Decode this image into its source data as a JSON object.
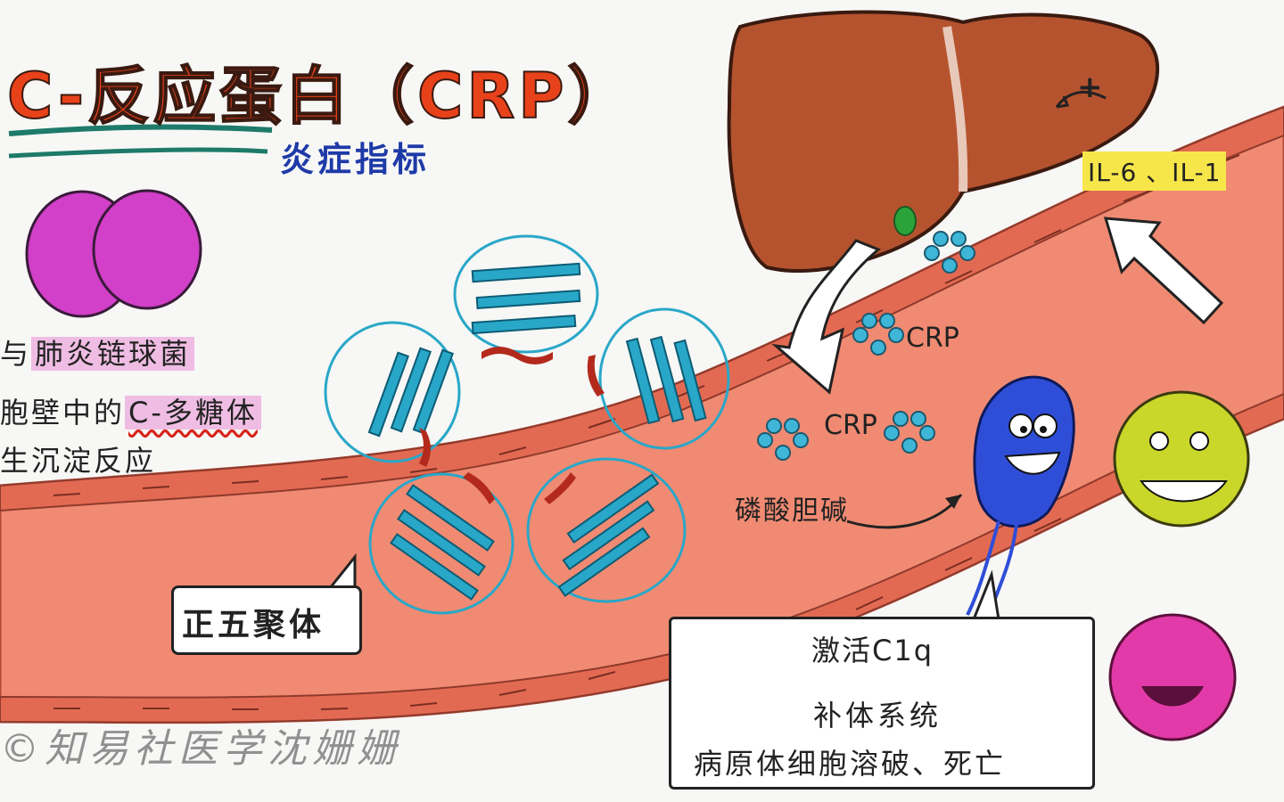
{
  "title": "C-反应蛋白（CRP）",
  "subtitle": "炎症指标",
  "binding": {
    "line1_prefix": "与",
    "line1_highlight": "肺炎链球菌",
    "line2_prefix": "胞壁中的",
    "line2_highlight": "C-多糖体",
    "line3": "生沉淀反应"
  },
  "labels": {
    "crp_upper": "CRP",
    "crp_lower": "CRP",
    "phosphocholine": "磷酸胆碱",
    "cytokines": "IL-6 、IL-1",
    "plus_sign": "+",
    "pentamer": "正五聚体"
  },
  "info_box": {
    "line1": "激活C1q",
    "line2": "补体系统",
    "line3": "病原体细胞溶破、死亡"
  },
  "watermark": "©知易社医学沈姗姗",
  "colors": {
    "title": "#e8421a",
    "subtitle": "#1e3aa8",
    "vessel": "#f08a72",
    "vessel_wall": "#e36a52",
    "liver": "#b5532f",
    "protein": "#29a7c8",
    "helix": "#b32a1c",
    "crp_molecule": "#3fb6d8",
    "bacterium": "#2f4ed8",
    "virus_yellow": "#c9d62a",
    "virus_pink": "#e23aa8",
    "arrow_red": "#d8241a"
  }
}
